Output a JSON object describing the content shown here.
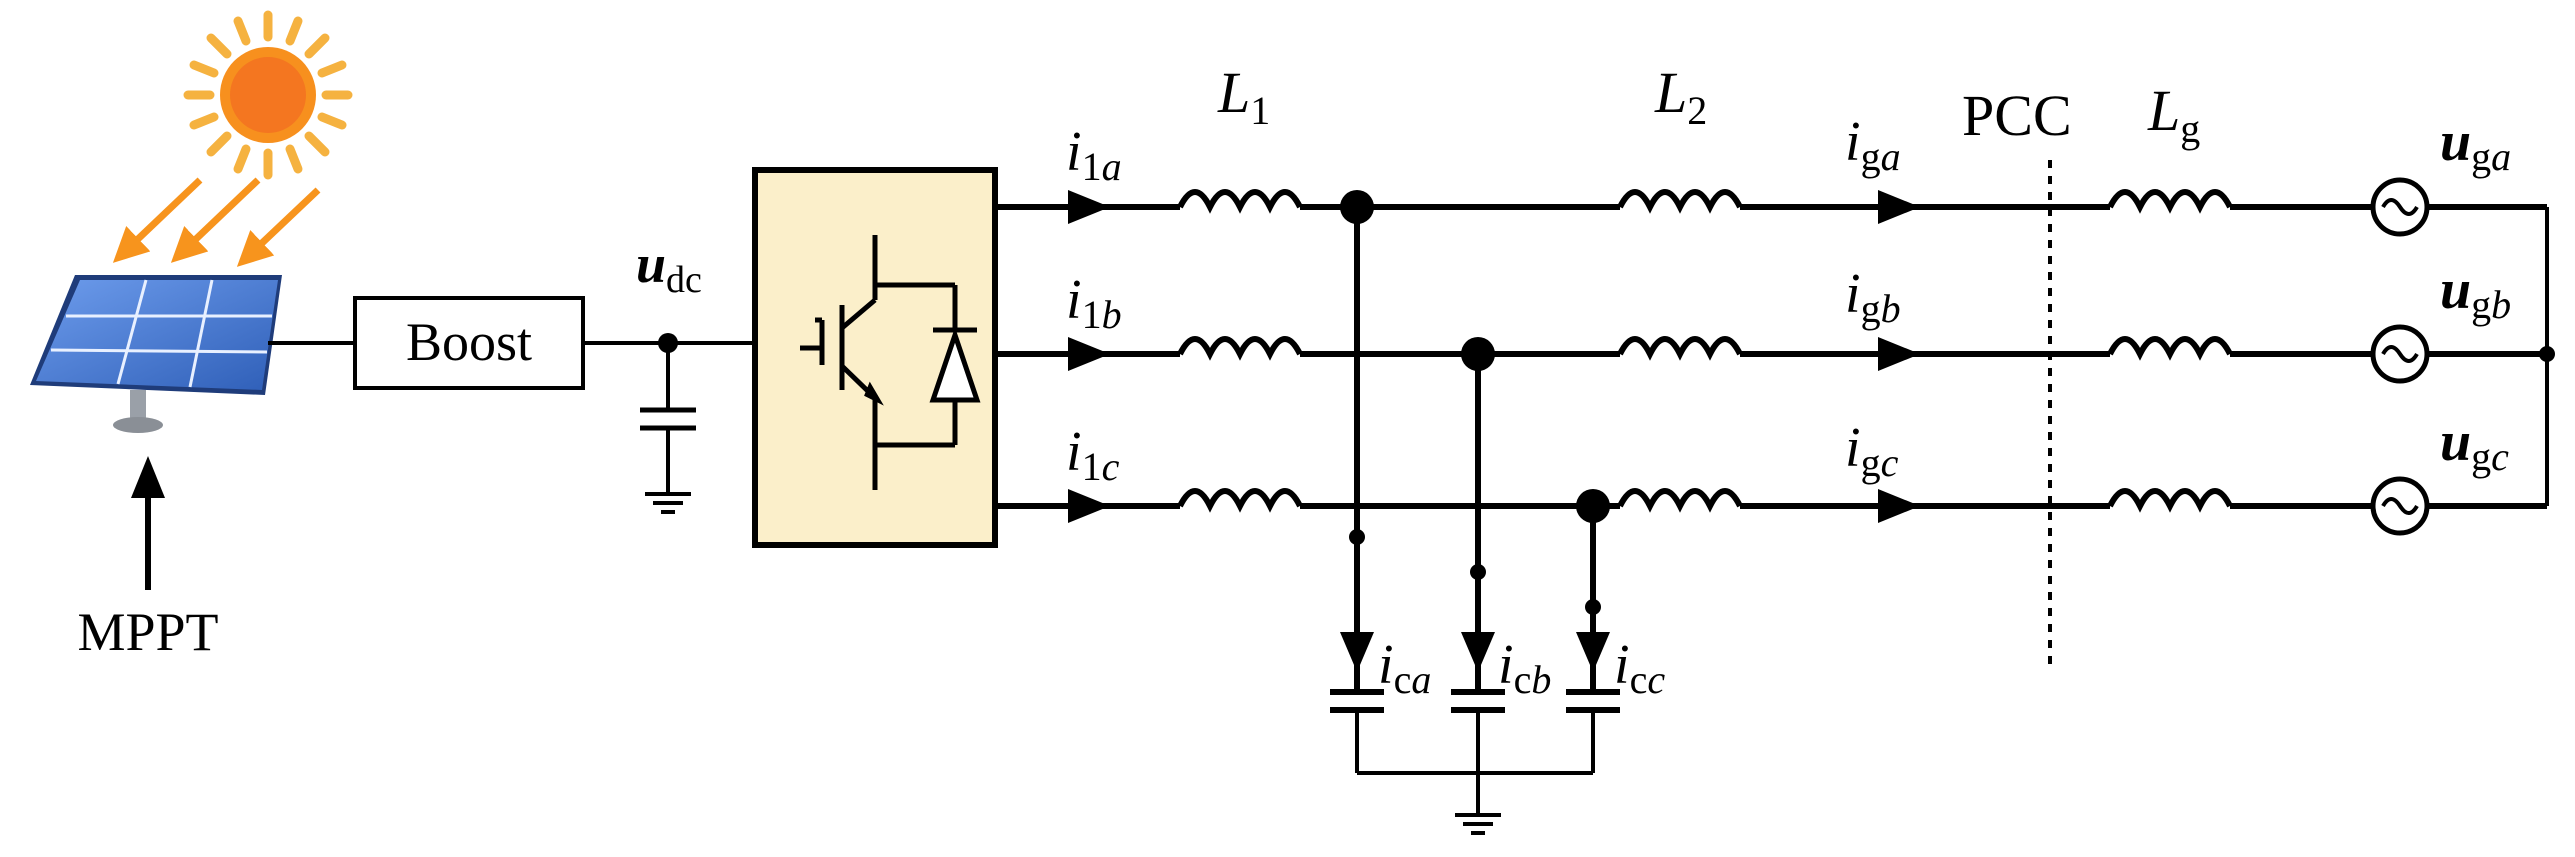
{
  "labels": {
    "mppt": "MPPT",
    "boost": "Boost",
    "udc_main": "u",
    "udc_sub": "dc",
    "L1_main": "L",
    "L1_sub": "1",
    "L2_main": "L",
    "L2_sub": "2",
    "Lg_main": "L",
    "Lg_sub": "g",
    "pcc": "PCC",
    "i1a_main": "i",
    "i1a_sub1": "1",
    "i1a_sub2": "a",
    "i1b_main": "i",
    "i1b_sub1": "1",
    "i1b_sub2": "b",
    "i1c_main": "i",
    "i1c_sub1": "1",
    "i1c_sub2": "c",
    "iga_main": "i",
    "iga_sub1": "g",
    "iga_sub2": "a",
    "igb_main": "i",
    "igb_sub1": "g",
    "igb_sub2": "b",
    "igc_main": "i",
    "igc_sub1": "g",
    "igc_sub2": "c",
    "ica_main": "i",
    "ica_sub1": "c",
    "ica_sub2": "a",
    "icb_main": "i",
    "icb_sub1": "c",
    "icb_sub2": "b",
    "icc_main": "i",
    "icc_sub1": "c",
    "icc_sub2": "c",
    "uga_main": "u",
    "uga_sub1": "g",
    "uga_sub2": "a",
    "ugb_main": "u",
    "ugb_sub1": "g",
    "ugb_sub2": "b",
    "ugc_main": "u",
    "ugc_sub1": "g",
    "ugc_sub2": "c"
  },
  "icons": {
    "sun": "sun-icon",
    "solar_panel": "solar-panel-icon",
    "inverter": "igbt-diode-icon",
    "ground": "ground-icon",
    "ac_source": "ac-source-icon"
  },
  "colors": {
    "sun_fill": "#f7901e",
    "sun_core": "#f36f21",
    "sun_ray": "#f5b240",
    "arrow_orange": "#f7941d",
    "panel_blue": "#4a7fd4",
    "inverter_fill": "#fbefca"
  }
}
